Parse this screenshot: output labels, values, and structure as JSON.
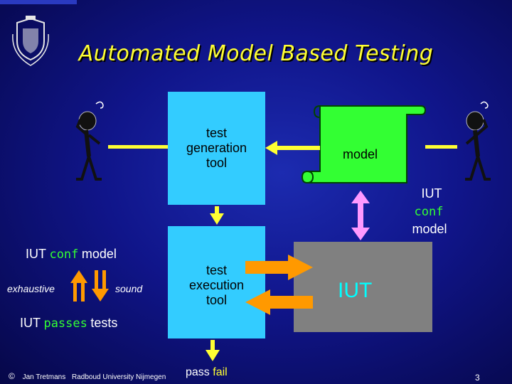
{
  "slide": {
    "title": "Automated Model Based Testing",
    "test_generation_tool": [
      "test",
      "generation",
      "tool"
    ],
    "test_execution_tool": [
      "test",
      "execution",
      "tool"
    ],
    "model_label": "model",
    "iut_label": "IUT",
    "right_relation": {
      "line1": "IUT",
      "keyword": "conf",
      "line3": "model"
    },
    "left_relation": {
      "subject": "IUT",
      "keyword": "conf",
      "object": "model"
    },
    "exhaustive_label": "exhaustive",
    "sound_label": "sound",
    "passes_statement": {
      "subject": "IUT",
      "keyword": "passes",
      "object": "tests"
    },
    "verdict": {
      "pass": "pass",
      "fail": "fail"
    },
    "footer": {
      "copyright": "©",
      "author": "Jan Tretmans",
      "affiliation": "Radboud University Nijmegen"
    },
    "page_number": "3"
  },
  "colors": {
    "background": "#10158a",
    "title": "#ffff33",
    "tool_box": "#33ccff",
    "model_scroll": "#33ff33",
    "iut_box": "#808080",
    "arrow_yellow": "#ffff33",
    "arrow_orange": "#ff9900",
    "arrow_pink": "#ff99ff",
    "keyword": "#33ff33"
  },
  "icons": [
    "university-logo",
    "stick-figure-thinking-left",
    "stick-figure-thinking-right",
    "implication-arrows"
  ]
}
